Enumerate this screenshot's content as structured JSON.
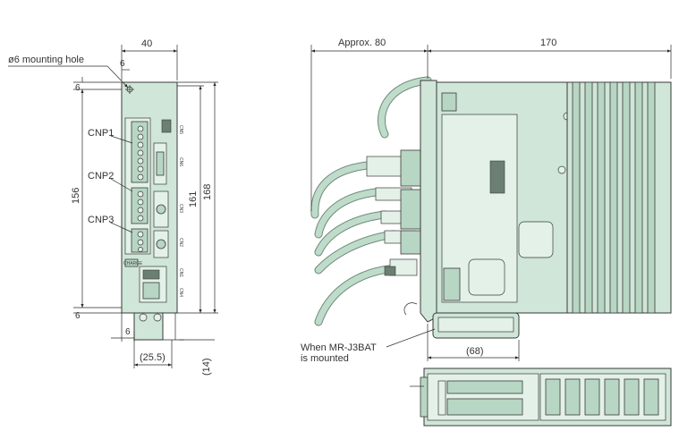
{
  "labels": {
    "mounting_hole": "ø6 mounting hole",
    "cnp1": "CNP1",
    "cnp2": "CNP2",
    "cnp3": "CNP3",
    "battery_note_1": "When MR-J3BAT",
    "battery_note_2": "is mounted",
    "charge": "CHARGE"
  },
  "dimensions": {
    "width_40": "40",
    "hole_offset_6_top": "6",
    "hole_offset_6_side": "6",
    "bottom_6": "6",
    "bottom_side_6": "6",
    "height_156": "156",
    "height_161": "161",
    "height_168": "168",
    "dim_25_5": "(25.5)",
    "dim_14": "(14)",
    "approx_80": "Approx. 80",
    "depth_170": "170",
    "dim_68": "(68)"
  },
  "connector_tags": {
    "cn1": "CN1",
    "cn2": "CN2",
    "cn3": "CN3",
    "cn4": "CN4",
    "cn5": "CN5",
    "cn6": "CN6"
  },
  "colors": {
    "body": "#cfe6d8",
    "outline": "#3a3a3a"
  }
}
